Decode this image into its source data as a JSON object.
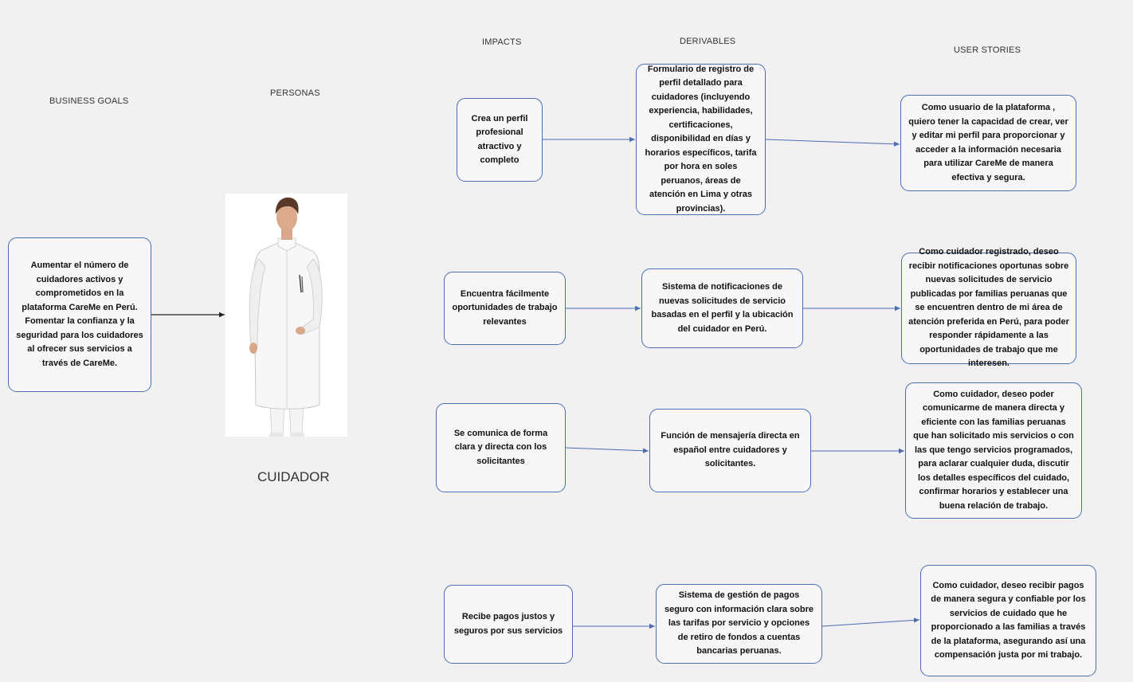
{
  "headers": {
    "business_goals": "BUSINESS GOALS",
    "personas": "PERSONAS",
    "impacts": "IMPACTS",
    "deliverables": "DERIVABLES",
    "user_stories": "USER STORIES"
  },
  "business_goal": "Aumentar el número de cuidadores activos y comprometidos en la plataforma CareMe en Perú. Fomentar la confianza y la seguridad para los cuidadores al ofrecer sus servicios a través de CareMe.",
  "persona": {
    "name": "CUIDADOR"
  },
  "impacts": [
    "Crea un perfil profesional atractivo y completo",
    "Encuentra fácilmente oportunidades de trabajo relevantes",
    "Se comunica de forma clara y directa con los solicitantes",
    "Recibe pagos justos y seguros por sus servicios"
  ],
  "deliverables": [
    "Formulario de registro de perfil detallado para cuidadores (incluyendo experiencia, habilidades, certificaciones, disponibilidad en días y horarios específicos, tarifa por hora en soles peruanos, áreas de atención en Lima y otras provincias).",
    "Sistema de notificaciones de nuevas solicitudes de servicio basadas en el perfil y la ubicación del cuidador en Perú.",
    "Función de mensajería directa en español entre cuidadores y solicitantes.",
    "Sistema de gestión de pagos seguro con información clara sobre las tarifas por servicio y opciones de retiro de fondos a cuentas bancarias peruanas."
  ],
  "user_stories": [
    "Como usuario de la plataforma , quiero tener la capacidad de crear, ver y editar mi perfil para proporcionar y acceder a la información necesaria para utilizar CareMe de manera efectiva y segura.",
    "Como cuidador registrado, deseo recibir notificaciones oportunas sobre nuevas solicitudes de servicio publicadas por familias peruanas que se encuentren dentro de mi área de atención preferida en Perú, para poder responder rápidamente a las oportunidades de trabajo que me interesen.",
    "Como cuidador, deseo poder comunicarme de manera directa y eficiente con las familias peruanas que han solicitado mis servicios o con las que tengo servicios programados, para aclarar cualquier duda, discutir los detalles específicos del cuidado, confirmar horarios y establecer una buena relación de trabajo.",
    "Como cuidador, deseo recibir pagos de manera segura y confiable por los servicios de cuidado que he proporcionado a las familias a través de la plataforma, asegurando así una compensación justa por mi trabajo."
  ],
  "colors": {
    "border": "#4a6db4",
    "arrow": "#4a6db4",
    "background": "#f1f1f1"
  }
}
